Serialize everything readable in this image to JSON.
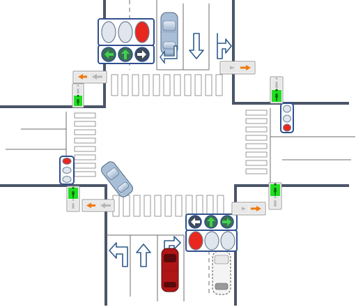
{
  "scene": {
    "description_free": true,
    "colors": {
      "curb": "#4a5568",
      "lane_line": "#6b6b6b",
      "signal_frame": "#2f4f8f",
      "lens_off": "#dfe6ee",
      "lens_red": "#e8281e",
      "lens_green": "#2e9e3a",
      "arrow_fill": "#4a4a4a",
      "ped_green": "#22dd22",
      "ped_orange": "#f07a10",
      "road_arrow": "#2c5a8c",
      "car_blue": "#a9bfd8",
      "car_red": "#b01515",
      "car_white": "#f4f4f4"
    },
    "signals": {
      "north_head": {
        "state": "red",
        "lens_states": [
          "off",
          "off",
          "red"
        ],
        "arrow_states": [
          "left-green",
          "straight-green",
          "right-off"
        ]
      },
      "south_head": {
        "state": "red",
        "lens_states": [
          "red",
          "off",
          "off"
        ],
        "arrow_states": [
          "left-off",
          "straight-green",
          "right-green"
        ]
      },
      "west_small_head": {
        "state": "red",
        "lens_states": [
          "red",
          "off",
          "off"
        ]
      },
      "east_small_head": {
        "state": "red",
        "lens_states": [
          "off",
          "off",
          "red"
        ]
      }
    },
    "pedestrian_signals": [
      {
        "corner": "north-west",
        "state": "green"
      },
      {
        "corner": "north-east",
        "state": "green"
      },
      {
        "corner": "south-west",
        "state": "green"
      },
      {
        "corner": "south-east",
        "state": "green"
      }
    ],
    "lane_arrows": {
      "north_approach": [
        "straight",
        "straight-right"
      ],
      "south_approach": [
        "straight-left",
        "straight",
        "straight-right"
      ]
    },
    "vehicles": [
      {
        "name": "north-car",
        "color": "blue",
        "heading": "south"
      },
      {
        "name": "turning-car",
        "color": "blue",
        "heading": "south-east"
      },
      {
        "name": "red-car",
        "color": "red",
        "heading": "north"
      },
      {
        "name": "white-car",
        "color": "white",
        "heading": "north"
      }
    ]
  }
}
